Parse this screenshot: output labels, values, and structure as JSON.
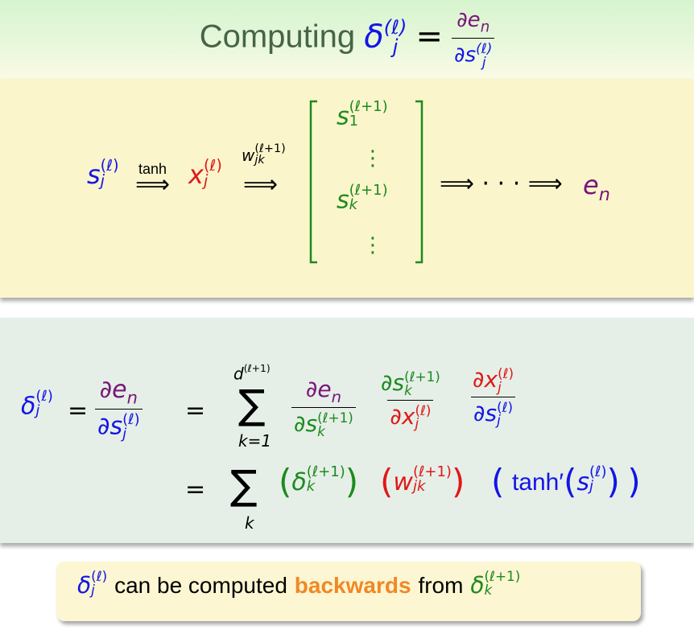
{
  "title": {
    "word": "Computing",
    "lhs": "δ",
    "lhs_sub": "j",
    "lhs_sup": "(ℓ)",
    "eq": "=",
    "num": "∂e",
    "num_sub": "n",
    "den": "∂s",
    "den_sub": "j",
    "den_sup": "(ℓ)"
  },
  "chain": {
    "s_var": "s",
    "s_sub": "j",
    "s_sup": "(ℓ)",
    "arrow1_label": "tanh",
    "x_var": "x",
    "x_sub": "j",
    "x_sup": "(ℓ)",
    "arrow2_label": "w",
    "arrow2_sub": "jk",
    "arrow2_sup": "(ℓ+1)",
    "vec_top": "s",
    "vec_top_sub": "1",
    "vec_top_sup": "(ℓ+1)",
    "vec_mid": "s",
    "vec_mid_sub": "k",
    "vec_mid_sup": "(ℓ+1)",
    "vdots": "⋮",
    "tail": "⟹ · · · ⟹",
    "end_var": "e",
    "end_sub": "n",
    "arrow": "⟹"
  },
  "derivation": {
    "lhs": "δ",
    "lhs_sub": "j",
    "lhs_sup": "(ℓ)",
    "eq": "=",
    "sum": "∑",
    "sum_upper": "d",
    "sum_upper_sup": "(ℓ+1)",
    "sum_lower": "k=1",
    "sum2_lower": "k",
    "partial_e": "∂e",
    "partial_s": "∂s",
    "partial_x": "∂x",
    "n": "n",
    "j": "j",
    "k": "k",
    "ell": "(ℓ)",
    "ellp1": "(ℓ+1)",
    "delta": "δ",
    "w": "w",
    "jk": "jk",
    "tanh_prime": "tanh′",
    "s": "s",
    "lparen": "(",
    "rparen": ")"
  },
  "note": {
    "lhs": "δ",
    "lhs_sub": "j",
    "lhs_sup": "(ℓ)",
    "text1": "can be computed",
    "emph": "backwards",
    "text2": "from",
    "rhs": "δ",
    "rhs_sub": "k",
    "rhs_sup": "(ℓ+1)"
  },
  "colors": {
    "title": "#476447",
    "blue": "#1414e6",
    "red": "#e01818",
    "green": "#1d8a1d",
    "purple": "#7a157a",
    "orange": "#f18826",
    "yellow_band": "#fbf5cc",
    "teal_band": "#e5efe8"
  }
}
